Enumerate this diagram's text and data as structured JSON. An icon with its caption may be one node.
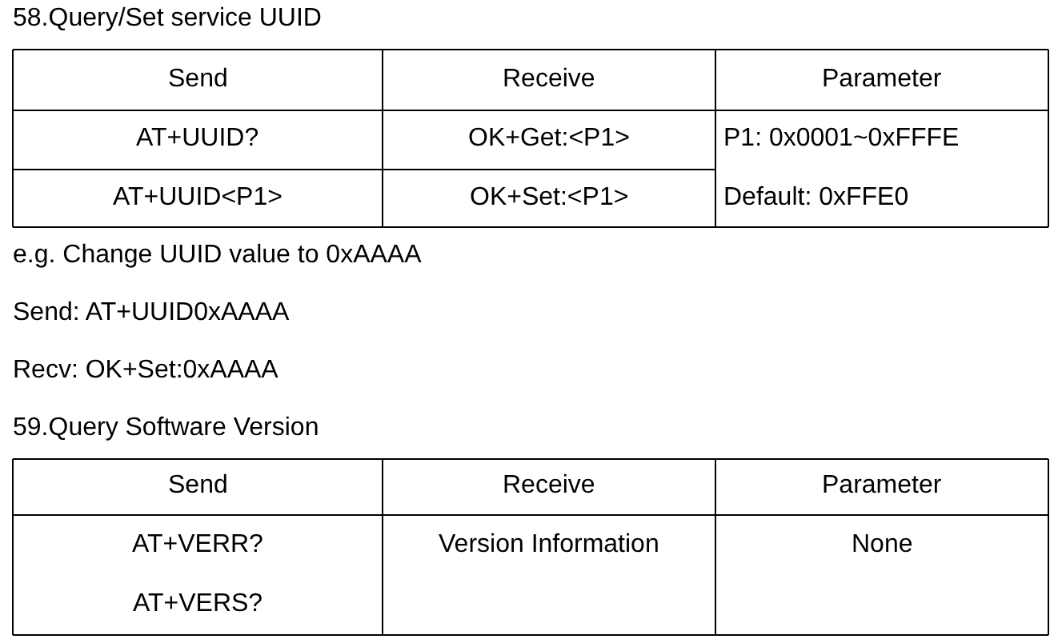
{
  "diagram": {
    "labels": [
      "58.Query/Set service UUID",
      "Send",
      "Receive",
      "Parameter",
      "AT+UUID?",
      "OK+Get:<P1>",
      "P1: 0x0001~0xFFFE",
      "AT+UUID<P1>",
      "OK+Set:<P1>",
      "Default: 0xFFE0",
      "e.g. Change UUID value to 0xAAAA",
      "Send: AT+UUID0xAAAA",
      "Recv: OK+Set:0xAAAA",
      "59.Query Software Version",
      "Send",
      "Receive",
      "Parameter",
      "AT+VERR?",
      "Version Information",
      "None",
      "AT+VERS?"
    ]
  }
}
